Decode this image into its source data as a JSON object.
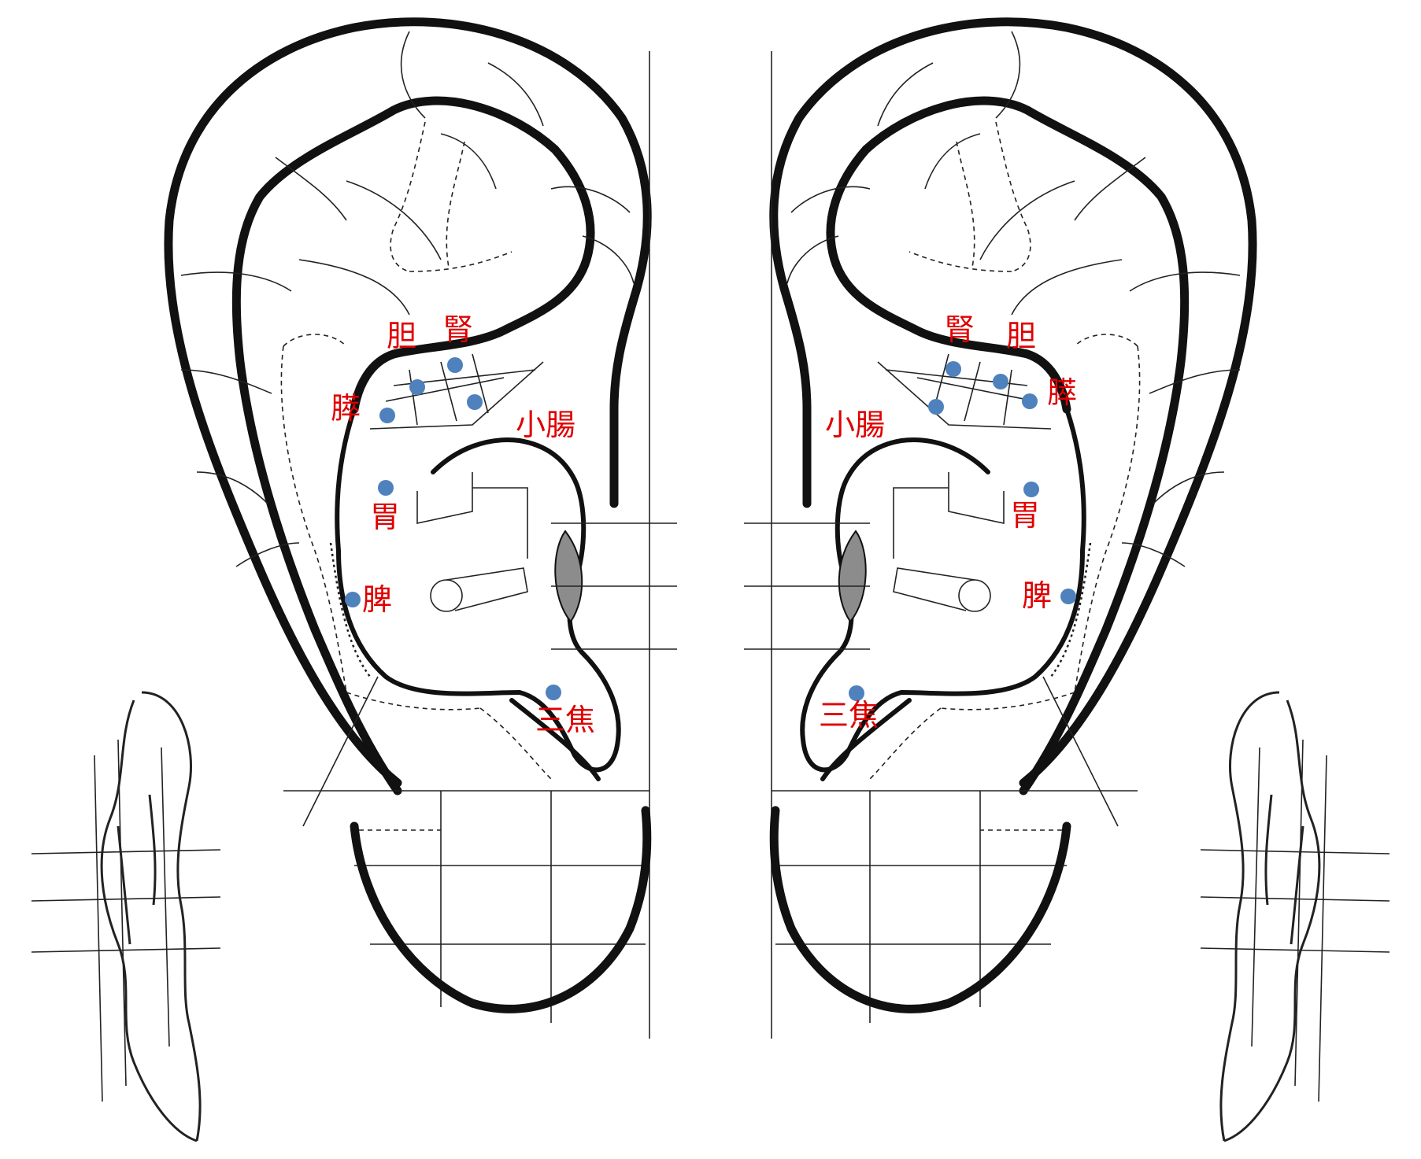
{
  "colors": {
    "label": "#e00000",
    "point": "#4f81bd",
    "line": "#111111",
    "shade": "#8c8c8c"
  },
  "left_ear": {
    "labels": {
      "gallbladder": "胆",
      "kidney": "腎",
      "pancreas": "膵",
      "small_intestine": "小腸",
      "stomach": "胃",
      "spleen": "脾",
      "triple_burner": "三焦"
    }
  },
  "right_ear": {
    "labels": {
      "kidney": "腎",
      "gallbladder": "胆",
      "pancreas": "膵",
      "small_intestine": "小腸",
      "stomach": "胃",
      "spleen": "脾",
      "triple_burner": "三焦"
    }
  }
}
